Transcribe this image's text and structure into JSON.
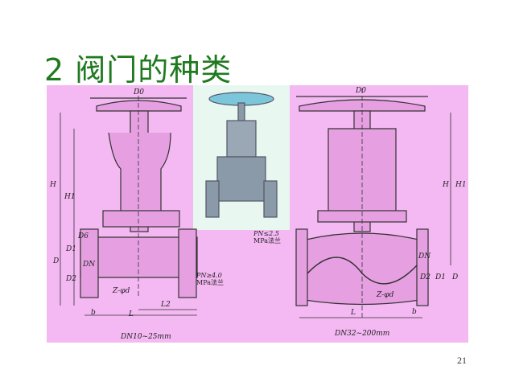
{
  "slide": {
    "title": "2  阀门的种类",
    "page_number": "21"
  },
  "left_drawing": {
    "top_dim": "D0",
    "height_labels": [
      "H",
      "H1"
    ],
    "flange_note_line1": "PN≥4.0",
    "flange_note_line2": "MPa法兰",
    "bolt_label": "Z-φd",
    "dims": [
      "L2",
      "b",
      "L",
      "D",
      "D1",
      "D2",
      "D6",
      "DN"
    ],
    "caption": "DN10~25mm"
  },
  "right_drawing": {
    "top_dim": "D0",
    "height_labels": [
      "H",
      "H1"
    ],
    "flange_note_line1": "PN≤2.5",
    "flange_note_line2": "MPa法兰",
    "bolt_label": "Z-φd",
    "dims": [
      "L",
      "b",
      "DN",
      "D2",
      "D1",
      "D"
    ],
    "caption": "DN32~200mm"
  },
  "colors": {
    "title": "#1f7a1f",
    "panel": "#f4b8f2",
    "photo_bg": "#e8f7ef",
    "valve": "#8a9aa8",
    "handwheel": "#7cc6dc"
  }
}
